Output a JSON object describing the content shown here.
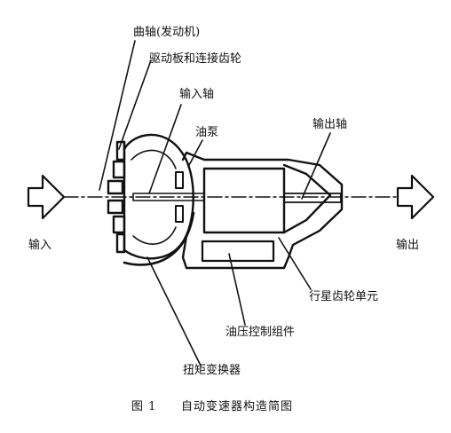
{
  "labels": {
    "crankshaft": "曲轴(发动机)",
    "drive_plate": "驱动板和连接齿轮",
    "input_shaft": "输入轴",
    "oil_pump": "油泵",
    "output_shaft": "输出轴",
    "input": "输入",
    "output": "输出",
    "planetary": "行星齿轮单元",
    "hydraulic": "油压控制组件",
    "torque_converter": "扭矩变换器"
  },
  "caption": {
    "number": "图 1",
    "text": "自动变速器构造简图"
  },
  "colors": {
    "stroke": "#111111",
    "background": "#ffffff"
  }
}
